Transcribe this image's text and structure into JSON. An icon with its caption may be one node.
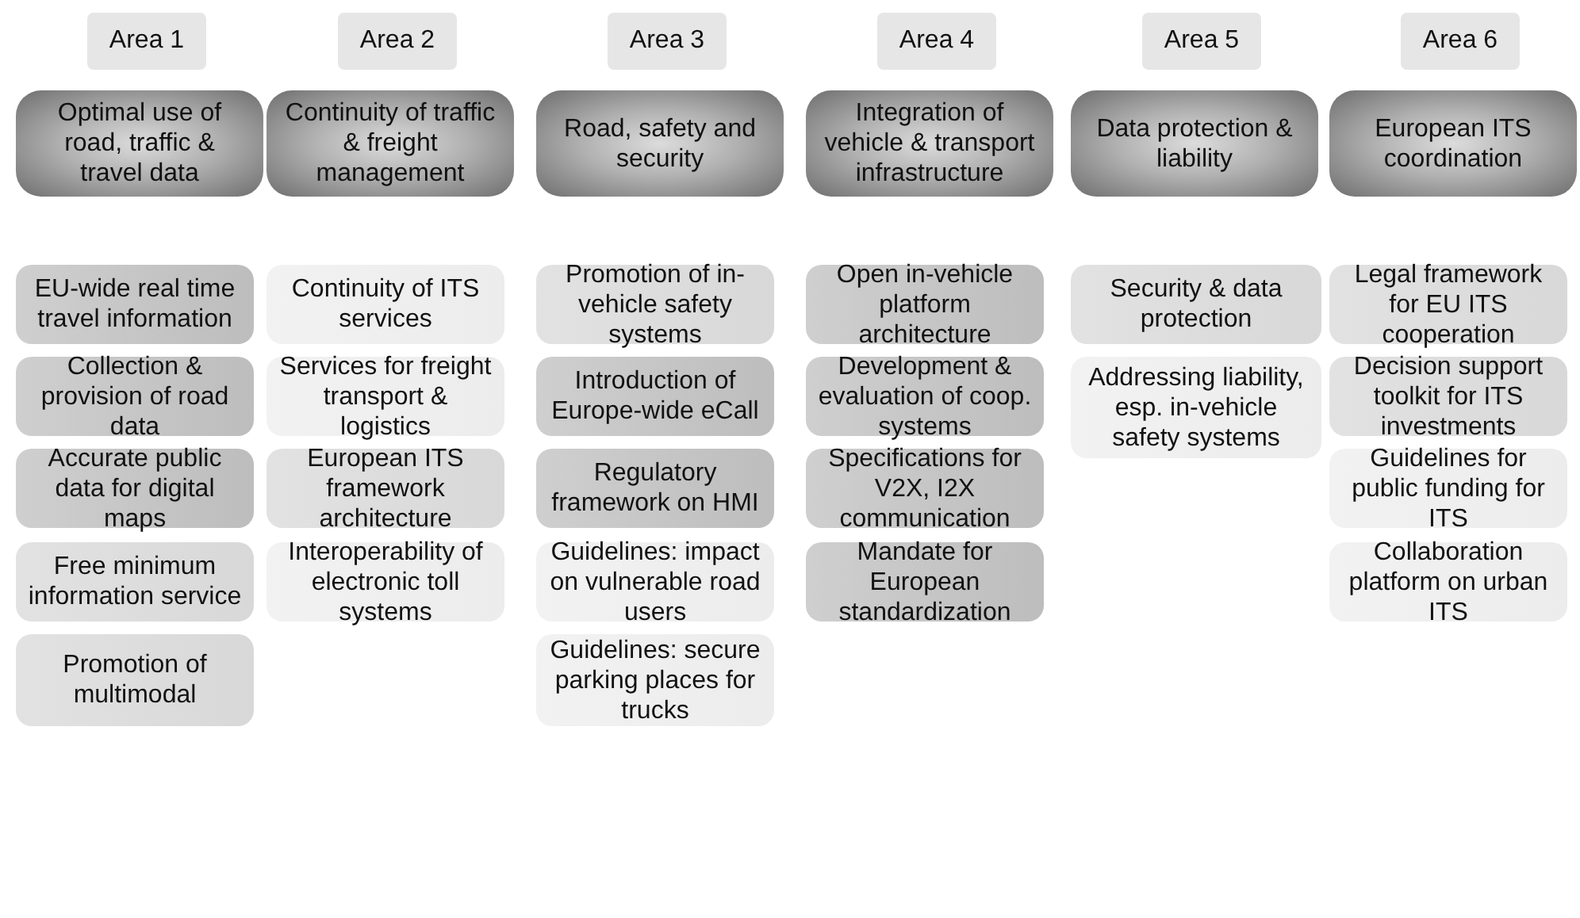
{
  "diagram": {
    "nodes": [
      {
        "text": [
          "Area 1"
        ]
      },
      {
        "text": [
          "Optimal use of road, traffic & travel data"
        ]
      },
      {
        "text": [
          "EU-wide real time travel information"
        ]
      },
      {
        "text": [
          "Collection & provision of road data"
        ]
      },
      {
        "text": [
          "Accurate public data for digital maps"
        ]
      },
      {
        "text": [
          "Free minimum information service"
        ]
      },
      {
        "text": [
          "Promotion of multimodal"
        ]
      },
      {
        "text": [
          "Area 2"
        ]
      },
      {
        "text": [
          "Continuity of traffic & freight management"
        ]
      },
      {
        "text": [
          "Continuity of ITS services"
        ]
      },
      {
        "text": [
          "Services for freight transport & logistics"
        ]
      },
      {
        "text": [
          "European ITS framework architecture"
        ]
      },
      {
        "text": [
          "Interoperability of electronic toll systems"
        ]
      },
      {
        "text": [
          "Area 3"
        ]
      },
      {
        "text": [
          "Road, safety and security"
        ]
      },
      {
        "text": [
          "Promotion of in-vehicle safety systems"
        ]
      },
      {
        "text": [
          "Introduction of Europe-wide eCall"
        ]
      },
      {
        "text": [
          "Regulatory framework on HMI"
        ]
      },
      {
        "text": [
          "Guidelines: impact on vulnerable road users"
        ]
      },
      {
        "text": [
          "Guidelines: secure parking places for trucks"
        ]
      },
      {
        "text": [
          "Area 4"
        ]
      },
      {
        "text": [
          "Integration of vehicle & transport infrastructure"
        ]
      },
      {
        "text": [
          "Open in-vehicle platform architecture"
        ]
      },
      {
        "text": [
          "Development & evaluation of coop. systems"
        ]
      },
      {
        "text": [
          "Specifications for V2X, I2X communication"
        ]
      },
      {
        "text": [
          "Mandate for European standardization"
        ]
      },
      {
        "text": [
          "Area 5"
        ]
      },
      {
        "text": [
          "Data protection & liability"
        ]
      },
      {
        "text": [
          "Security & data protection"
        ]
      },
      {
        "text": [
          "Addressing liability, esp. in-vehicle safety systems"
        ]
      },
      {
        "text": [
          "Area 6"
        ]
      },
      {
        "text": [
          "European ITS coordination"
        ]
      },
      {
        "text": [
          "Legal framework for EU ITS cooperation"
        ]
      },
      {
        "text": [
          "Decision support toolkit for ITS investments"
        ]
      },
      {
        "text": [
          "Guidelines for public funding for ITS"
        ]
      },
      {
        "text": [
          "Collaboration platform on urban ITS"
        ]
      }
    ]
  }
}
